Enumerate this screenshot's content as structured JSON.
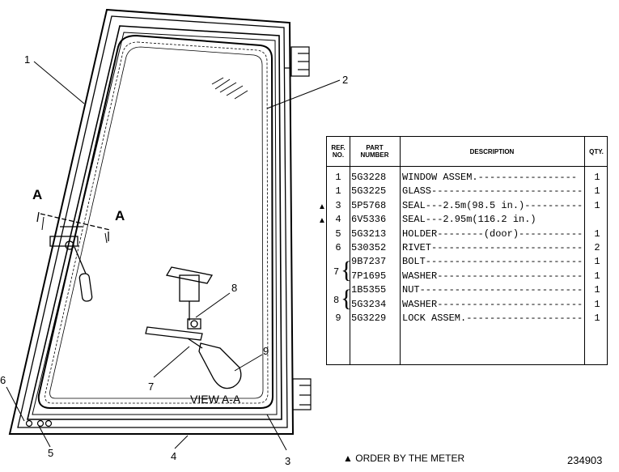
{
  "drawing": {
    "callouts": [
      "1",
      "2",
      "3",
      "4",
      "5",
      "6",
      "7",
      "8",
      "9"
    ],
    "section_letter": "A",
    "view_label": "VIEW A-A"
  },
  "table": {
    "headers": {
      "ref": "REF.\nNO.",
      "part": "PART\nNUMBER",
      "desc": "DESCRIPTION",
      "qty": "QTY."
    },
    "rows": [
      {
        "ref": "1",
        "part": "5G3228",
        "desc": "WINDOW ASSEM.-----------------",
        "qty": "1",
        "meter": false
      },
      {
        "ref": "1",
        "part": "5G3225",
        "desc": "GLASS----------------------------",
        "qty": "1",
        "meter": false
      },
      {
        "ref": "3",
        "part": "5P5768",
        "desc": "SEAL---2.5m(98.5 in.)----------",
        "qty": "1",
        "meter": true
      },
      {
        "ref": "4",
        "part": "6V5336",
        "desc": "SEAL---2.95m(116.2 in.)",
        "qty": "",
        "meter": true
      },
      {
        "ref": "5",
        "part": "5G3213",
        "desc": "HOLDER--------(door)-------------",
        "qty": "1",
        "meter": false
      },
      {
        "ref": "6",
        "part": "530352",
        "desc": "RIVET----------------------------",
        "qty": "2",
        "meter": false
      },
      {
        "ref": "",
        "part": "9B7237",
        "desc": "BOLT-----------------------------",
        "qty": "1",
        "meter": false
      },
      {
        "ref": "",
        "part": "7P1695",
        "desc": "WASHER---------------------------",
        "qty": "1",
        "meter": false
      },
      {
        "ref": "",
        "part": "1B5355",
        "desc": "NUT------------------------------",
        "qty": "1",
        "meter": false
      },
      {
        "ref": "",
        "part": "5G3234",
        "desc": "WASHER---------------------------",
        "qty": "1",
        "meter": false
      },
      {
        "ref": "9",
        "part": "5G3229",
        "desc": "LOCK ASSEM.----------------------",
        "qty": "1",
        "meter": false
      }
    ],
    "group_refs": [
      "7",
      "8"
    ]
  },
  "meter_symbol": "▲",
  "footnote": "ORDER BY THE METER",
  "figure_number": "234903"
}
